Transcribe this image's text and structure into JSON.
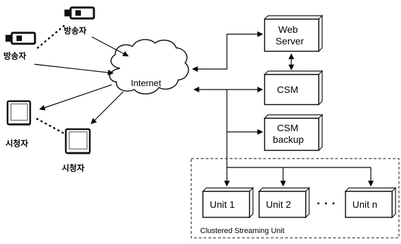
{
  "nodes": {
    "broadcaster_top": {
      "label": "방송자",
      "icon": "camcorder-icon"
    },
    "broadcaster_left": {
      "label": "방송자",
      "icon": "camcorder-icon"
    },
    "viewer_left": {
      "label": "시청자",
      "icon": "monitor-icon"
    },
    "viewer_bottom": {
      "label": "시청자",
      "icon": "monitor-icon"
    },
    "internet": {
      "label": "Internet",
      "shape": "cloud"
    },
    "web_server": {
      "line1": "Web",
      "line2": "Server"
    },
    "csm": {
      "label": "CSM"
    },
    "csm_backup": {
      "line1": "CSM",
      "line2": "backup"
    },
    "units": [
      {
        "label": "Unit 1"
      },
      {
        "label": "Unit 2"
      },
      {
        "label": "Unit n"
      }
    ],
    "units_ellipsis": "· · ·",
    "cluster": {
      "label": "Clustered Streaming Unit"
    }
  },
  "edges": [
    {
      "from": "broadcaster_top",
      "to": "internet"
    },
    {
      "from": "broadcaster_left",
      "to": "internet"
    },
    {
      "from": "internet",
      "to": "viewer_left"
    },
    {
      "from": "internet",
      "to": "viewer_bottom"
    },
    {
      "from": "internet",
      "to": "web_server",
      "bidirectional": true
    },
    {
      "from": "web_server",
      "to": "csm",
      "bidirectional": true
    },
    {
      "from": "internet",
      "to": "csm",
      "bidirectional": true
    },
    {
      "from": "internet",
      "to": "csm_backup"
    },
    {
      "from": "internet",
      "to": "units"
    }
  ]
}
